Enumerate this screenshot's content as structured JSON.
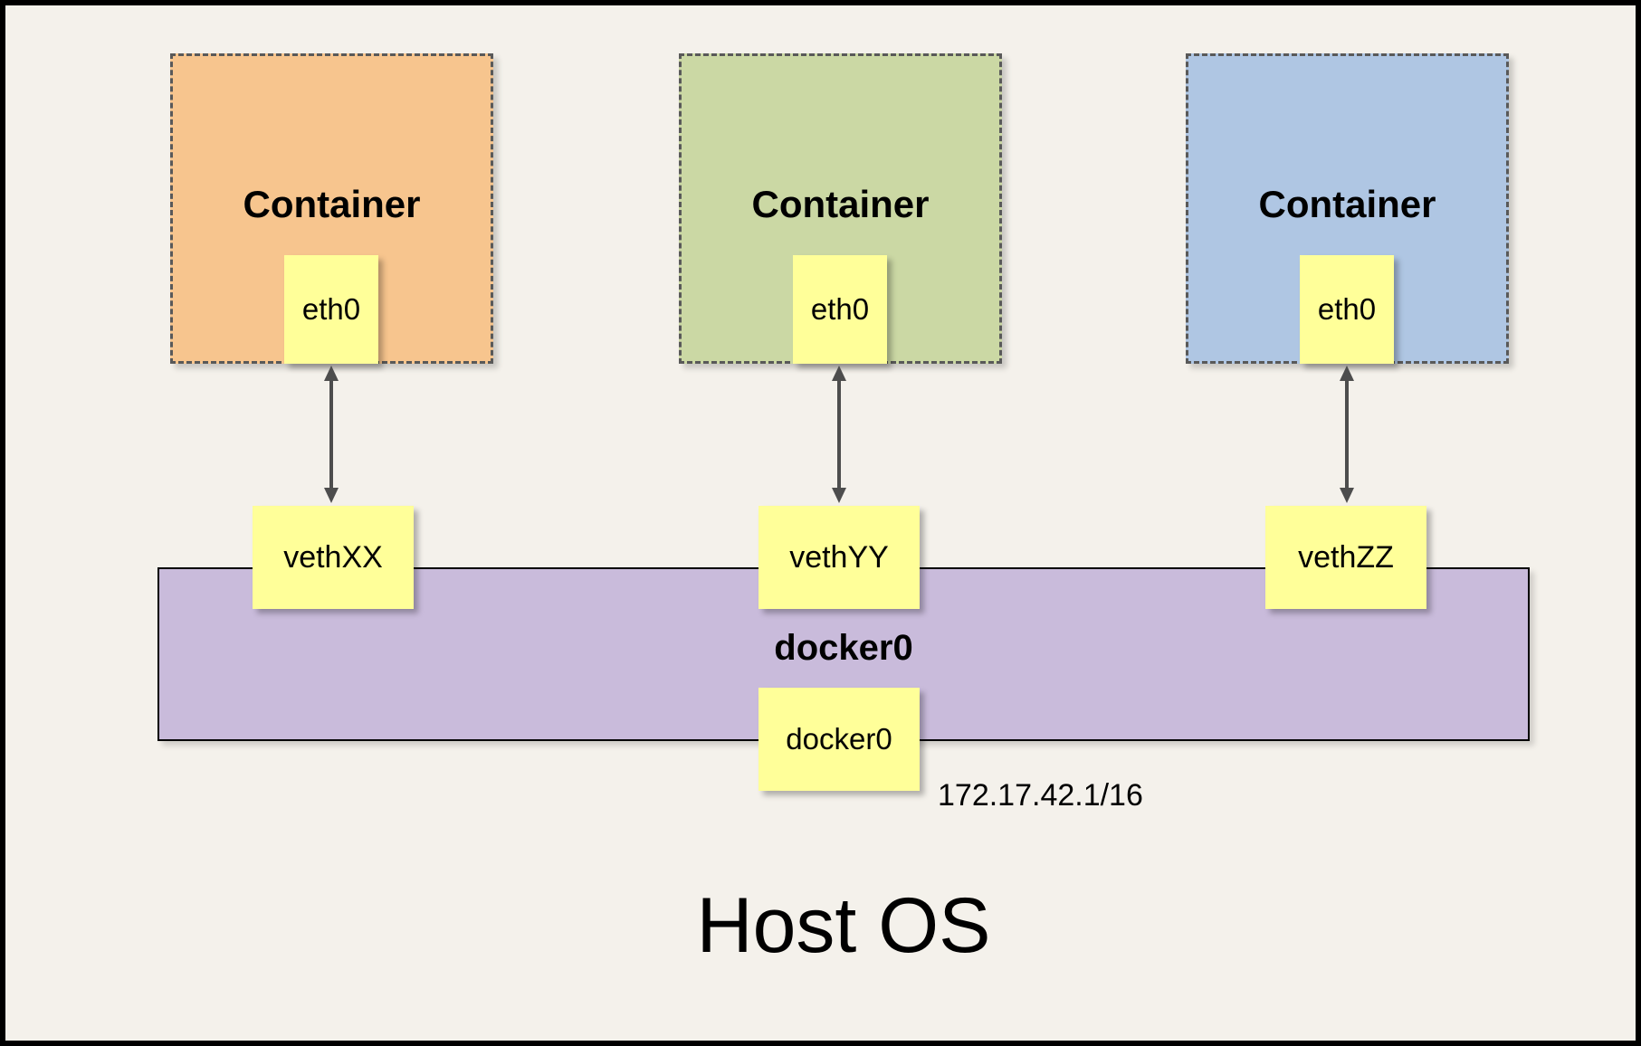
{
  "diagram": {
    "host_label": "Host OS",
    "containers": [
      {
        "title": "Container",
        "interface": "eth0",
        "veth": "vethXX",
        "fill": "#F7C58E"
      },
      {
        "title": "Container",
        "interface": "eth0",
        "veth": "vethYY",
        "fill": "#CBD8A4"
      },
      {
        "title": "Container",
        "interface": "eth0",
        "veth": "vethZZ",
        "fill": "#AFC6E3"
      }
    ],
    "bridge": {
      "name": "docker0",
      "interface": "docker0",
      "ip": "172.17.42.1/16",
      "fill": "#C9BBDB"
    },
    "colors": {
      "background": "#F4F1EB",
      "frame_border": "#000000",
      "note_fill": "#FFFF99",
      "dashed_border": "#595959",
      "arrow": "#4D4D4D"
    }
  }
}
